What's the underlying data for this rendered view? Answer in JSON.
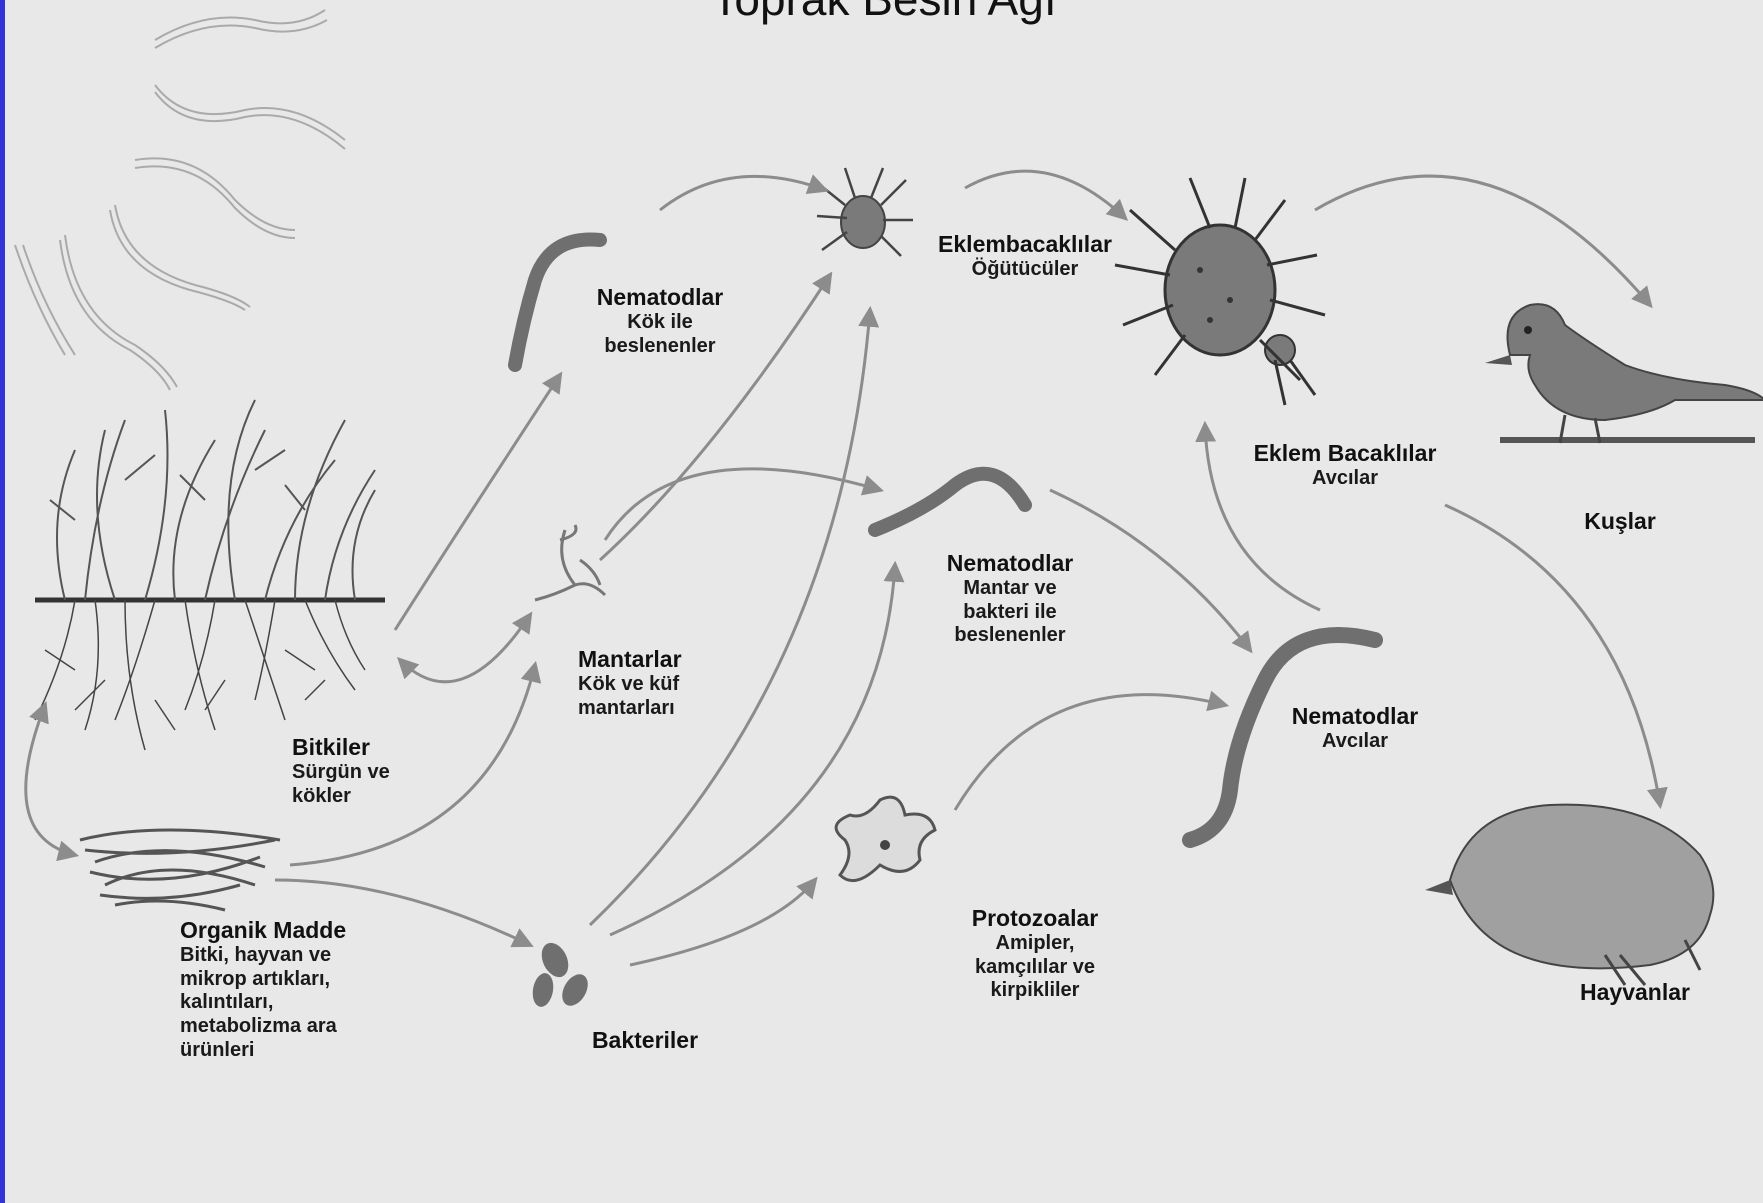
{
  "title": "Toprak Besin Ağı",
  "colors": {
    "background": "#e8e8e8",
    "frame": "#3434d6",
    "arrow": "#8c8c8c",
    "organism": "#7a7a7a"
  },
  "nodes": {
    "bitkiler": {
      "title": "Bitkiler",
      "sub": "Sürgün ve\nkökler",
      "icon": "plant-icon"
    },
    "organik": {
      "title": "Organik Madde",
      "sub": "Bitki, hayvan ve\nmikrop artıkları,\nkalıntıları,\nmetabolizma ara\nürünleri",
      "icon": "organic-matter-icon"
    },
    "nematod_kok": {
      "title": "Nematodlar",
      "sub": "Kök ile\nbeslenenler",
      "icon": "nematode-icon"
    },
    "mantarlar": {
      "title": "Mantarlar",
      "sub": "Kök ve küf\nmantarları",
      "icon": "fungus-icon"
    },
    "bakteriler": {
      "title": "Bakteriler",
      "sub": "",
      "icon": "bacteria-icon"
    },
    "eklembacaklilar": {
      "title": "Eklembacaklılar",
      "sub": "Öğütücüler",
      "icon": "mite-icon"
    },
    "nematod_mantar": {
      "title": "Nematodlar",
      "sub": "Mantar ve\nbakteri ile\nbeslenenler",
      "icon": "nematode-icon"
    },
    "protozoalar": {
      "title": "Protozoalar",
      "sub": "Amipler,\nkamçılılar ve\nkirpikliler",
      "icon": "amoeba-icon"
    },
    "eklem_avcilar": {
      "title": "Eklem Bacaklılar",
      "sub": "Avcılar",
      "icon": "predator-mite-icon"
    },
    "nematod_avci": {
      "title": "Nematodlar",
      "sub": "Avcılar",
      "icon": "nematode-icon"
    },
    "kuslar": {
      "title": "Kuşlar",
      "sub": "",
      "icon": "bird-icon"
    },
    "hayvanlar": {
      "title": "Hayvanlar",
      "sub": "",
      "icon": "mole-icon"
    }
  }
}
